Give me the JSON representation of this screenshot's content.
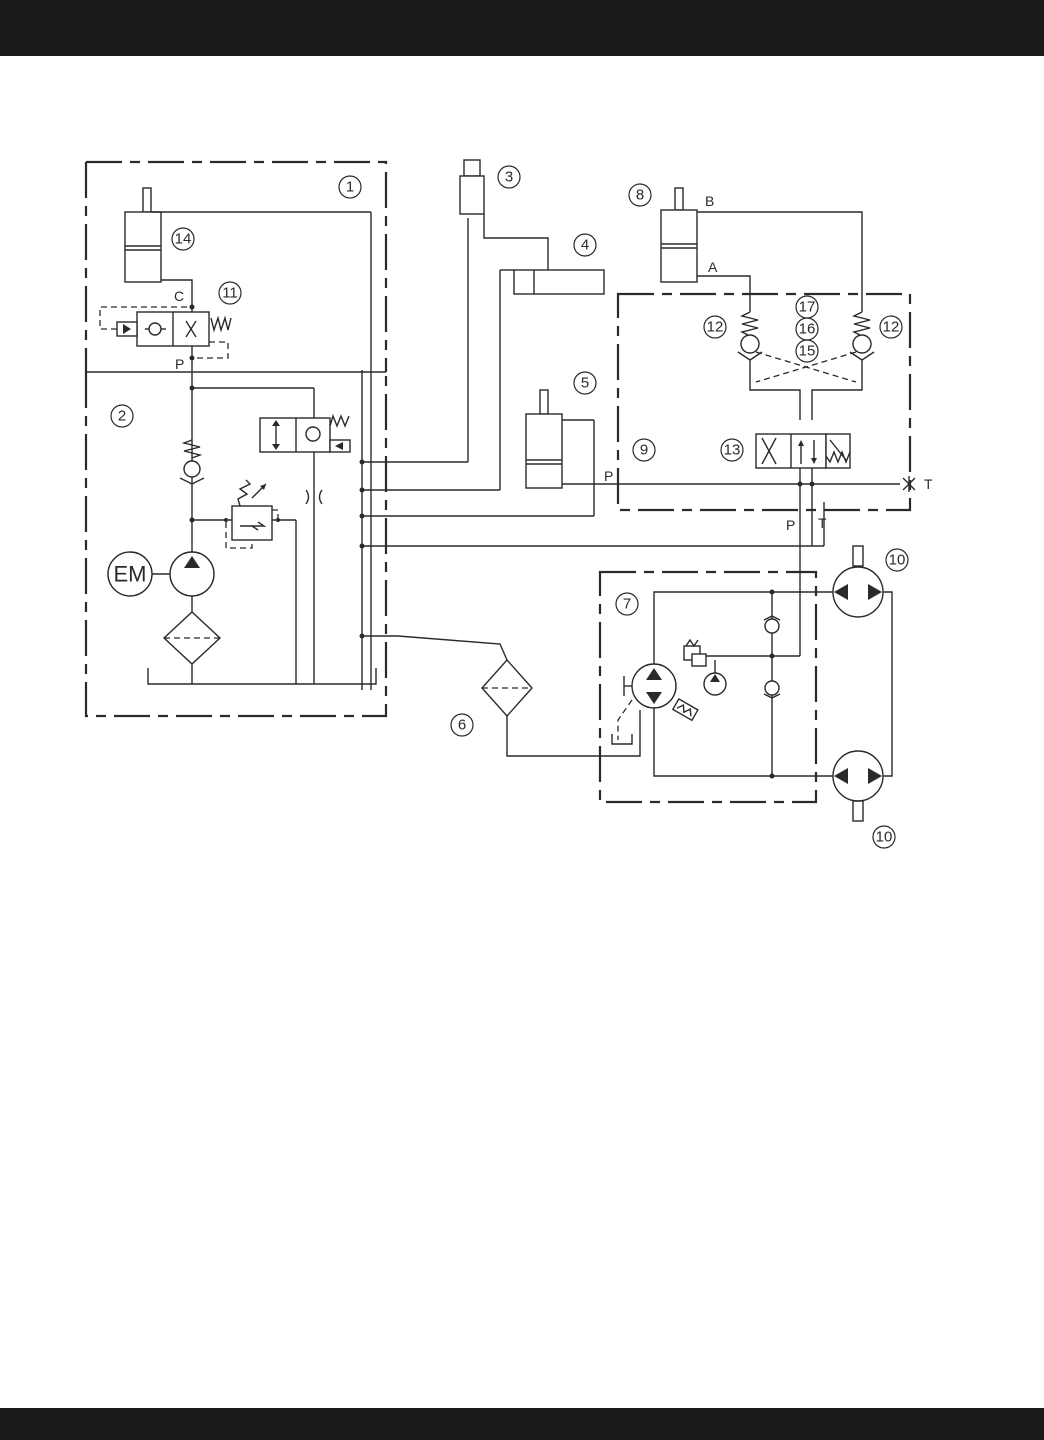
{
  "colors": {
    "bars": "#1a1a1a",
    "ink": "#2a2a2a",
    "page": "#ffffff"
  },
  "callouts": {
    "c1": "1",
    "c2": "2",
    "c3": "3",
    "c4": "4",
    "c5": "5",
    "c6": "6",
    "c7": "7",
    "c8": "8",
    "c9": "9",
    "c10a": "10",
    "c10b": "10",
    "c11": "11",
    "c12a": "12",
    "c12b": "12",
    "c13": "13",
    "c14": "14",
    "c15": "15",
    "c16": "16",
    "c17": "17"
  },
  "ports": {
    "c": "C",
    "p_valve11": "P",
    "b": "B",
    "a": "A",
    "p_block9": "P",
    "t_block9": "T",
    "p_below": "P",
    "t_below": "T"
  },
  "motor_label": "EM",
  "icons": [
    "check-valve-icon",
    "pump-icon",
    "filter-icon",
    "relief-valve-icon",
    "solenoid-valve-icon",
    "hydraulic-cylinder-icon",
    "hydraulic-motor-icon",
    "electric-motor-icon"
  ]
}
